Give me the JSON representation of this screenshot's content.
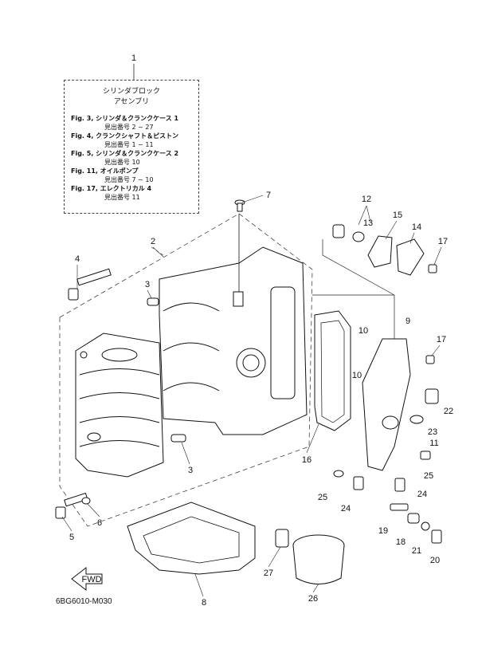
{
  "info_box": {
    "title_line1": "シリンダブロック",
    "title_line2": "アセンブリ",
    "refs": [
      {
        "fig": "Fig. 3,",
        "name": "シリンダ＆クランクケース 1",
        "items": "見出番号 2 ~ 27"
      },
      {
        "fig": "Fig. 4,",
        "name": "クランクシャフト＆ピストン",
        "items": "見出番号 1 ~ 11"
      },
      {
        "fig": "Fig. 5,",
        "name": "シリンダ＆クランクケース 2",
        "items": "見出番号 10"
      },
      {
        "fig": "Fig. 11,",
        "name": "オイルポンプ",
        "items": "見出番号 7 ~ 10"
      },
      {
        "fig": "Fig. 17,",
        "name": "エレクトリカル 4",
        "items": "見出番号 11"
      }
    ]
  },
  "fwd_label": "FWD",
  "diagram_code": "6BG6010-M030",
  "callouts": [
    "1",
    "2",
    "3",
    "3",
    "4",
    "5",
    "6",
    "7",
    "8",
    "9",
    "10",
    "10",
    "11",
    "12",
    "13",
    "14",
    "15",
    "16",
    "17",
    "17",
    "18",
    "19",
    "20",
    "21",
    "22",
    "23",
    "24",
    "24",
    "25",
    "25",
    "26",
    "27"
  ]
}
